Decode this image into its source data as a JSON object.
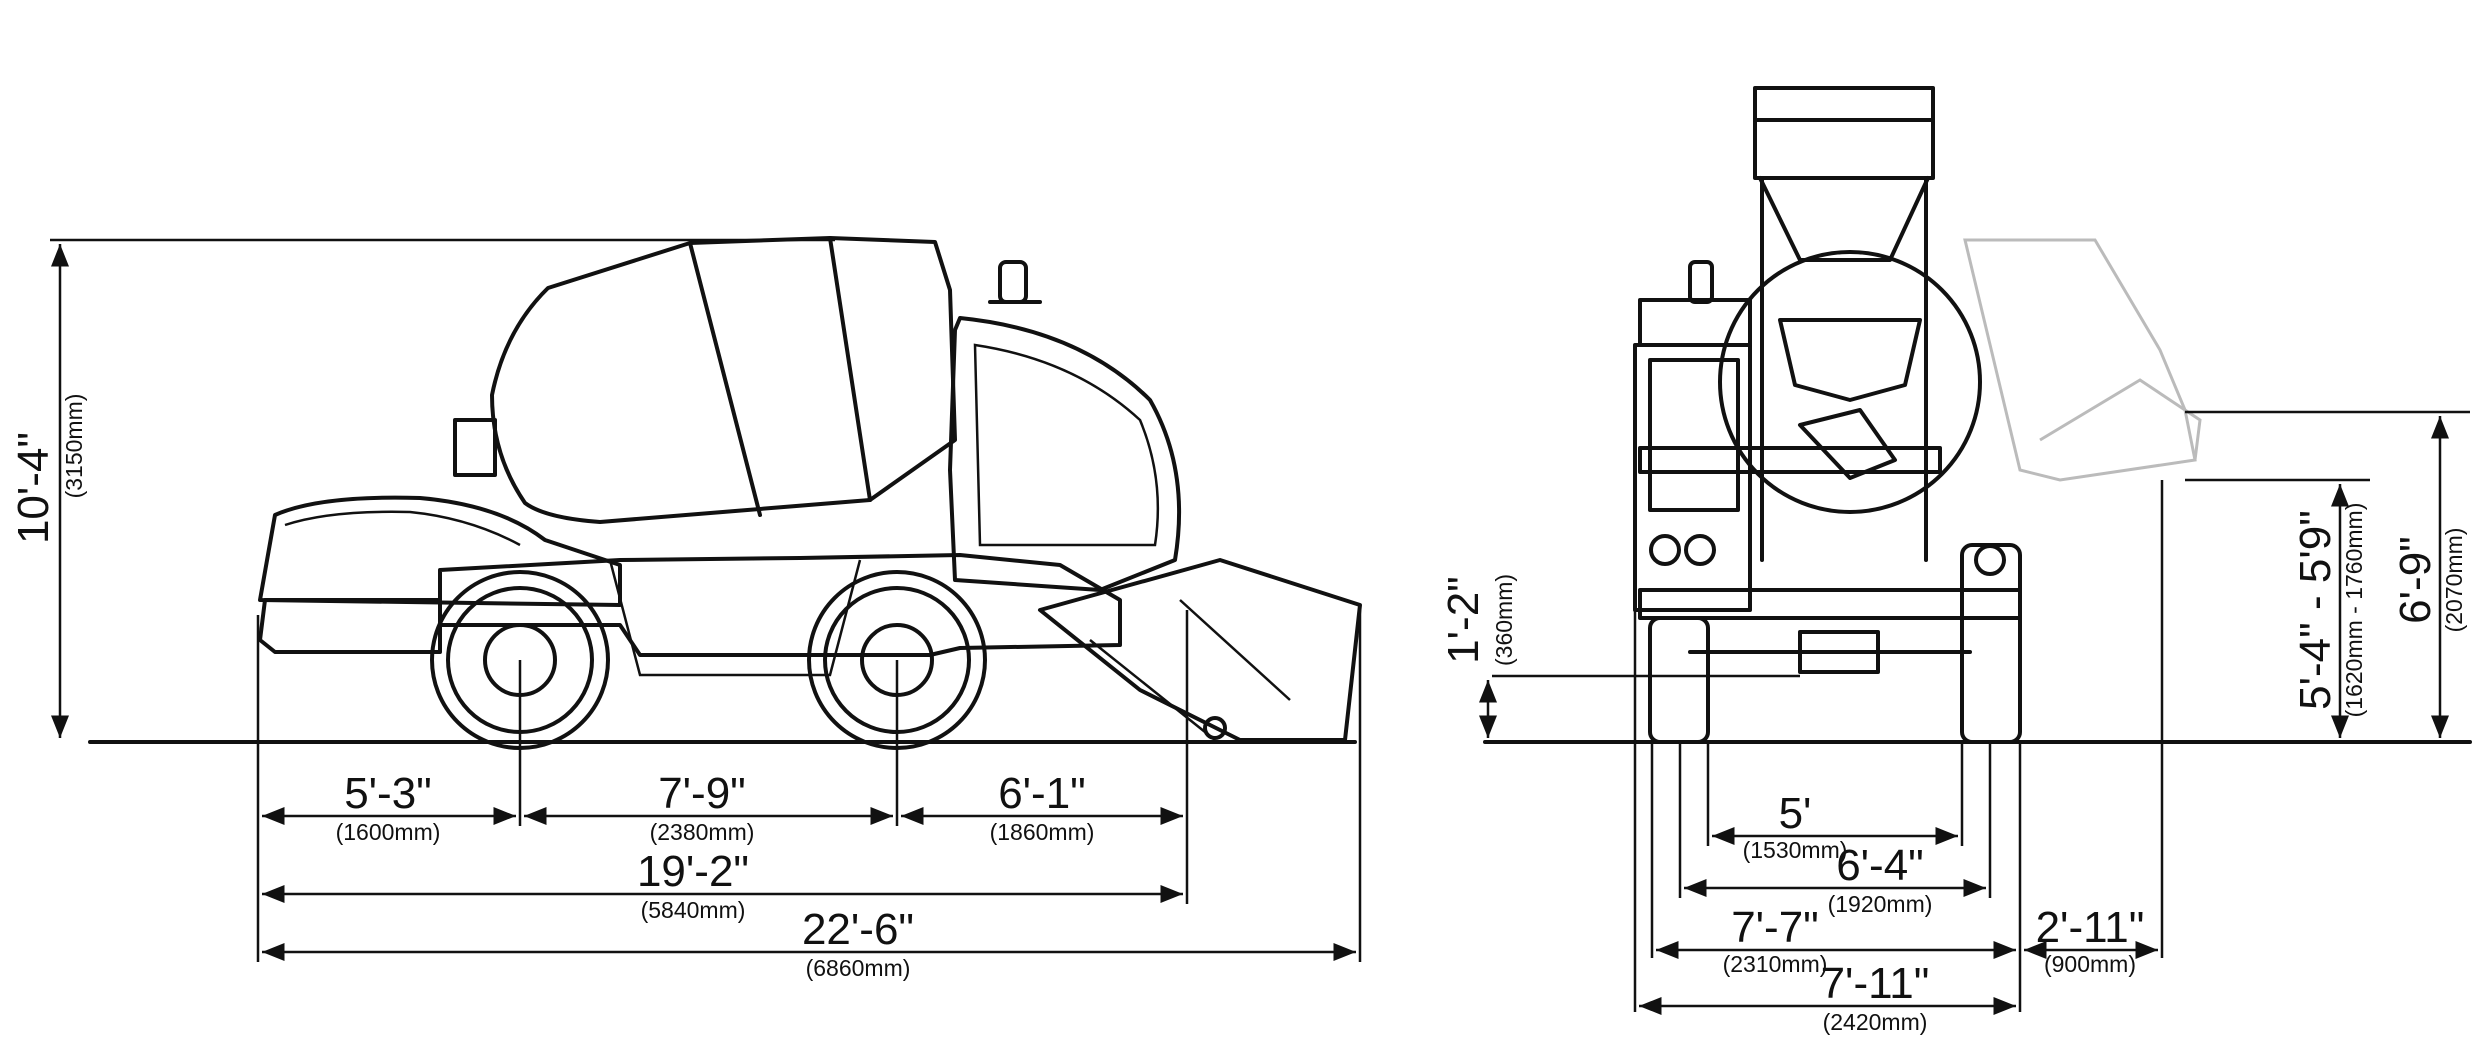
{
  "side_view": {
    "height": {
      "ft": "10'-4\"",
      "mm": "(3150mm)"
    },
    "front_overhang": {
      "ft": "5'-3\"",
      "mm": "(1600mm)"
    },
    "wheelbase": {
      "ft": "7'-9\"",
      "mm": "(2380mm)"
    },
    "rear_overhang": {
      "ft": "6'-1\"",
      "mm": "(1860mm)"
    },
    "length": {
      "ft": "19'-2\"",
      "mm": "(5840mm)"
    },
    "overall_length": {
      "ft": "22'-6\"",
      "mm": "(6860mm)"
    }
  },
  "front_view": {
    "ground_clearance": {
      "ft": "1'-2\"",
      "mm": "(360mm)"
    },
    "discharge_height": {
      "ft": "5'-4\" - 5'9\"",
      "mm": "(1620mm - 1760mm)"
    },
    "max_height": {
      "ft": "6'-9\"",
      "mm": "(2070mm)"
    },
    "inner_track": {
      "ft": "5'",
      "mm": "(1530mm)"
    },
    "track": {
      "ft": "6'-4\"",
      "mm": "(1920mm)"
    },
    "outer_width": {
      "ft": "7'-7\"",
      "mm": "(2310mm)"
    },
    "chute_reach": {
      "ft": "2'-11\"",
      "mm": "(900mm)"
    },
    "overall_width": {
      "ft": "7'-11\"",
      "mm": "(2420mm)"
    }
  }
}
